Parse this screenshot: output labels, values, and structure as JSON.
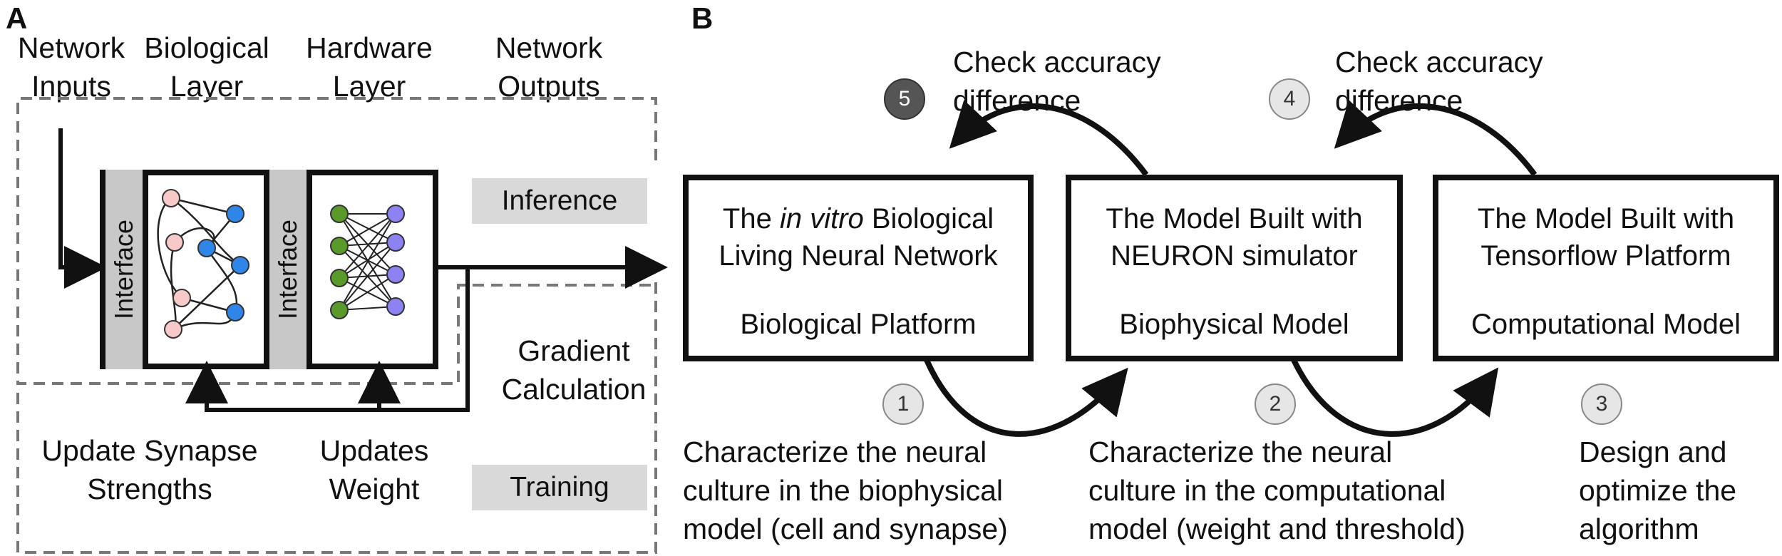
{
  "panel_a": {
    "letter": "A",
    "headers": {
      "network_inputs": [
        "Network",
        "Inputs"
      ],
      "biological_layer": [
        "Biological",
        "Layer"
      ],
      "hardware_layer": [
        "Hardware",
        "Layer"
      ],
      "network_outputs": [
        "Network",
        "Outputs"
      ]
    },
    "interface_label": "Interface",
    "inference_label": "Inference",
    "training_label": "Training",
    "gradient_label": [
      "Gradient",
      "Calculation"
    ],
    "update_synapse_label": [
      "Update Synapse",
      "Strengths"
    ],
    "updates_weight_label": [
      "Updates",
      "Weight"
    ],
    "colors": {
      "bio_pink": "#f7c9c9",
      "bio_blue": "#2f86e8",
      "hw_green": "#5a9a2a",
      "hw_purple": "#8c82f2",
      "tag_gray": "#d9d9d9"
    }
  },
  "panel_b": {
    "letter": "B",
    "boxes": [
      {
        "line1_pre": "The ",
        "line1_italic": "in vitro",
        "line1_post": " Biological",
        "line2": "Living Neural Network",
        "platform": "Biological Platform"
      },
      {
        "line1": "The Model Built with",
        "line2": "NEURON simulator",
        "platform": "Biophysical Model"
      },
      {
        "line1": "The Model Built with",
        "line2": "Tensorflow Platform",
        "platform": "Computational Model"
      }
    ],
    "top_steps": [
      {
        "number": "5",
        "text": [
          "Check accuracy",
          "difference"
        ]
      },
      {
        "number": "4",
        "text": [
          "Check accuracy",
          "difference"
        ]
      }
    ],
    "bottom_steps": [
      {
        "number": "1",
        "text": [
          "Characterize the neural",
          "culture in the biophysical",
          "model (cell and synapse)"
        ]
      },
      {
        "number": "2",
        "text": [
          "Characterize the neural",
          "culture in the computational",
          "model (weight and threshold)"
        ]
      },
      {
        "number": "3",
        "text": [
          "Design and",
          "optimize the",
          "algorithm"
        ]
      }
    ]
  }
}
